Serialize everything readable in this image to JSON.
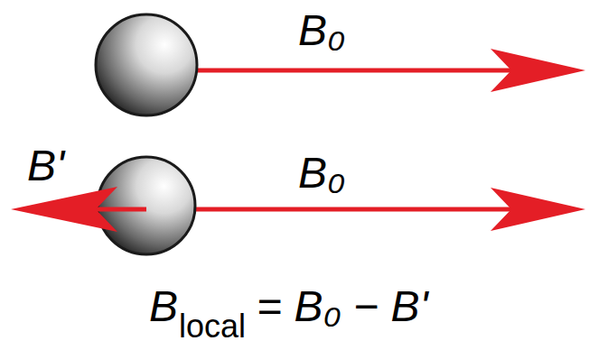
{
  "diagram": {
    "labels": [
      "B₀",
      "B'",
      "B₀",
      "B",
      "local",
      "= B₀ − B'"
    ]
  }
}
